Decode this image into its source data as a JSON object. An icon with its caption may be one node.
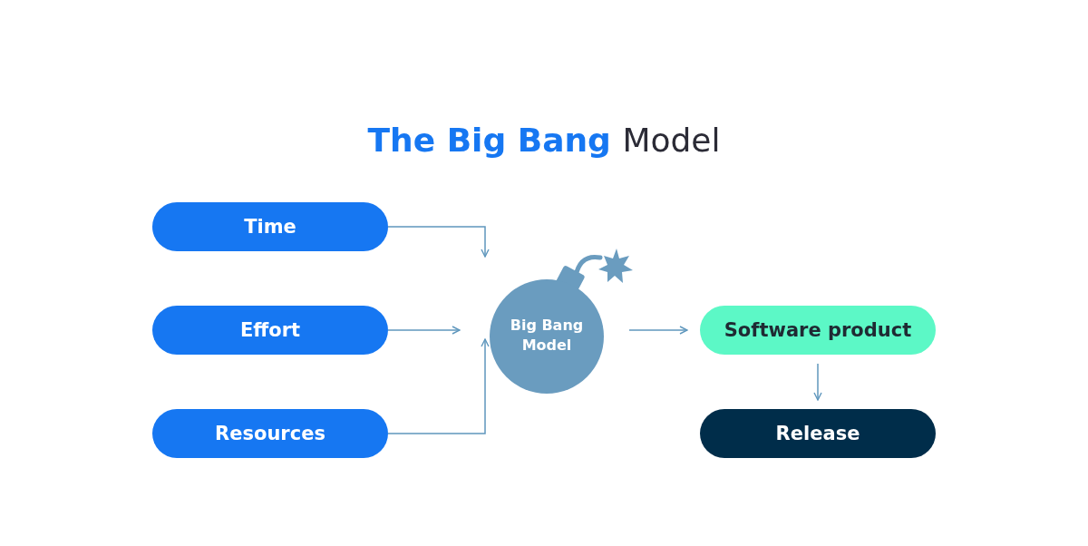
{
  "diagram": {
    "title": "The Big Bang Model",
    "nodes": [
      {
        "text": [
          "Time"
        ]
      },
      {
        "text": [
          "Effort"
        ]
      },
      {
        "text": [
          "Resources"
        ]
      },
      {
        "text": [
          "Big Bang Model"
        ]
      },
      {
        "text": [
          "Software product"
        ]
      },
      {
        "text": [
          "Release"
        ]
      }
    ],
    "edges": [
      {
        "from": 0,
        "to": 3,
        "arrow": "to"
      },
      {
        "from": 1,
        "to": 3,
        "arrow": "to"
      },
      {
        "from": 2,
        "to": 3,
        "arrow": "to"
      },
      {
        "from": 3,
        "to": 4,
        "arrow": "to"
      },
      {
        "from": 4,
        "to": 5,
        "arrow": "to"
      }
    ]
  }
}
